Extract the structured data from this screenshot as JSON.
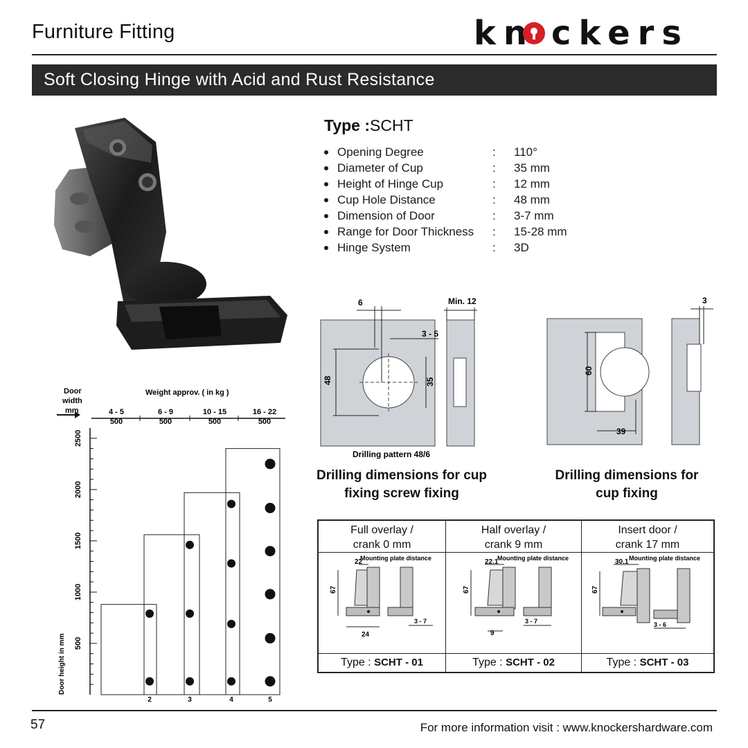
{
  "header": {
    "section": "Furniture Fitting",
    "logo_text": "knockers"
  },
  "banner": "Soft Closing Hinge with Acid and Rust Resistance",
  "type": {
    "label": "Type :",
    "code": "SCHT"
  },
  "specs": [
    {
      "label": "Opening Degree",
      "value": "110°"
    },
    {
      "label": "Diameter of Cup",
      "value": "35 mm"
    },
    {
      "label": "Height of Hinge Cup",
      "value": "12 mm"
    },
    {
      "label": "Cup Hole Distance",
      "value": "48 mm"
    },
    {
      "label": "Dimension of Door",
      "value": "3-7 mm"
    },
    {
      "label": "Range for Door Thickness",
      "value": "15-28 mm"
    },
    {
      "label": "Hinge System",
      "value": "3D"
    }
  ],
  "diagram1": {
    "dims": {
      "d6": "6",
      "min12": "Min. 12",
      "d35r": "3 - 5",
      "d48": "48",
      "d35": "35"
    },
    "pattern": "Drilling pattern 48/6",
    "caption_line1": "Drilling dimensions for cup",
    "caption_line2": "fixing screw fixing"
  },
  "diagram2": {
    "dims": {
      "d3": "3",
      "d60": "60",
      "d39": "39"
    },
    "caption_line1": "Drilling dimensions for",
    "caption_line2": "cup fixing"
  },
  "chart_data": {
    "type": "scatter",
    "title": "Weight approv. ( in kg )",
    "corner_label_1": "Door",
    "corner_label_2": "width",
    "corner_label_3": "mm",
    "ylabel": "Door height in mm",
    "weight_ranges": [
      "4 - 5",
      "6 - 9",
      "10 - 15",
      "16 - 22"
    ],
    "widths": [
      "500",
      "500",
      "500",
      "500"
    ],
    "hinge_counts": [
      "2",
      "3",
      "4",
      "5"
    ],
    "y_ticks": [
      "500",
      "1000",
      "1500",
      "2000",
      "2500"
    ],
    "ylim": [
      0,
      2600
    ],
    "zones": [
      {
        "hinges": 2,
        "max_height": 880
      },
      {
        "hinges": 3,
        "max_height": 1560
      },
      {
        "hinges": 4,
        "max_height": 1970
      },
      {
        "hinges": 5,
        "max_height": 2400
      }
    ],
    "points": [
      {
        "hinges": 2,
        "heights": [
          130,
          790
        ]
      },
      {
        "hinges": 3,
        "heights": [
          130,
          790,
          1460
        ]
      },
      {
        "hinges": 4,
        "heights": [
          130,
          690,
          1280,
          1860
        ]
      },
      {
        "hinges": 5,
        "heights": [
          130,
          550,
          980,
          1400,
          1820,
          2250
        ]
      }
    ]
  },
  "types_table": {
    "mounting": "Mounting plate distance",
    "columns": [
      {
        "line1": "Full overlay /",
        "line2": "crank 0 mm",
        "type_label": "Type :",
        "type_code": "SCHT - 01",
        "d_top": "22",
        "d_side": "67",
        "d_bottom": "24",
        "d_gap": "3 - 7"
      },
      {
        "line1": "Half overlay /",
        "line2": "crank 9 mm",
        "type_label": "Type :",
        "type_code": "SCHT - 02",
        "d_top": "22.1",
        "d_side": "67",
        "d_bottom": "9",
        "d_gap": "3 - 7"
      },
      {
        "line1": "Insert door /",
        "line2": "crank 17 mm",
        "type_label": "Type :",
        "type_code": "SCHT - 03",
        "d_top": "30.1",
        "d_side": "67",
        "d_bottom": "",
        "d_gap": "3 - 6"
      }
    ]
  },
  "footer": {
    "page": "57",
    "info": "For more information visit : www.knockershardware.com"
  }
}
